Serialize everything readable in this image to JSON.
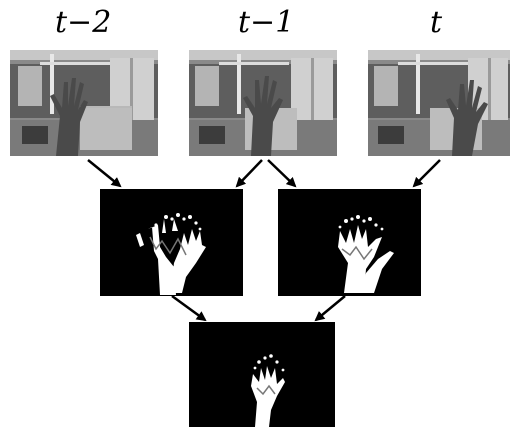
{
  "diagram": {
    "frame_labels": {
      "t_minus_2": "t−2",
      "t_minus_1": "t−1",
      "t": "t"
    },
    "nodes": [
      "photo-frame-t-minus-2",
      "photo-frame-t-minus-1",
      "photo-frame-t",
      "difference-mask-left",
      "difference-mask-right",
      "combined-mask"
    ],
    "edges": [
      [
        "photo-frame-t-minus-2",
        "difference-mask-left"
      ],
      [
        "photo-frame-t-minus-1",
        "difference-mask-left"
      ],
      [
        "photo-frame-t-minus-1",
        "difference-mask-right"
      ],
      [
        "photo-frame-t",
        "difference-mask-right"
      ],
      [
        "difference-mask-left",
        "combined-mask"
      ],
      [
        "difference-mask-right",
        "combined-mask"
      ]
    ]
  },
  "colors": {
    "mask_background": "#000000",
    "mask_foreground": "#ffffff",
    "arrow": "#000000"
  }
}
